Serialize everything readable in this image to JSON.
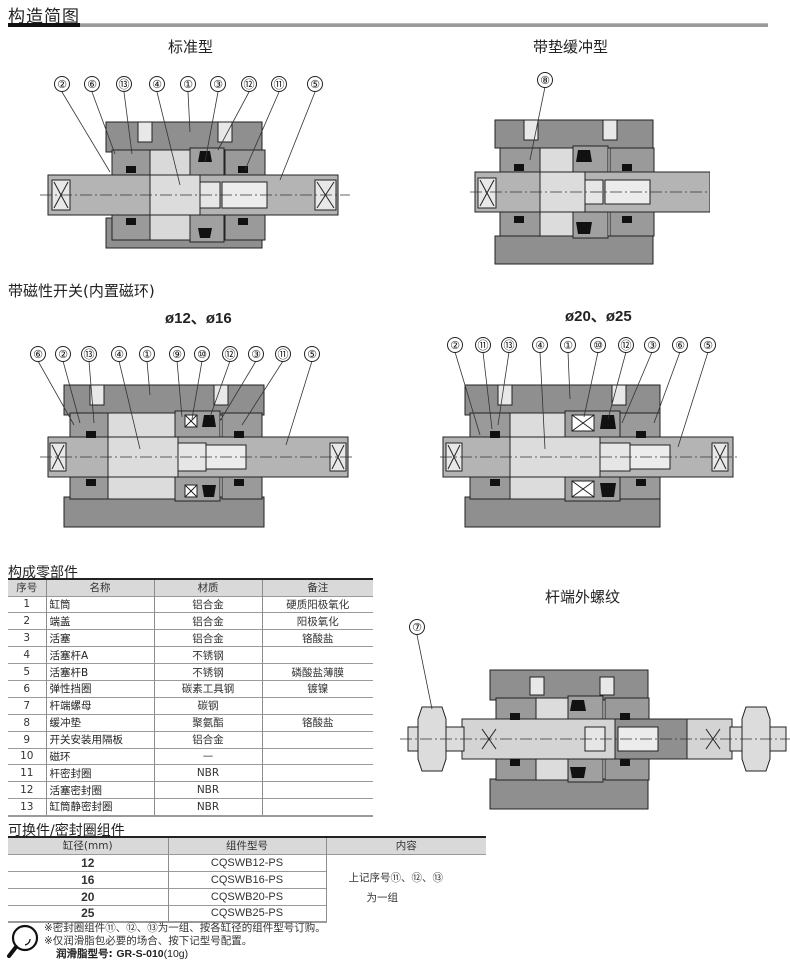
{
  "page": {
    "title": "构造简图"
  },
  "diagrams": {
    "standard": {
      "caption": "标准型",
      "callouts": [
        "②",
        "⑥",
        "⑬",
        "④",
        "①",
        "③",
        "⑫",
        "⑪",
        "⑤"
      ]
    },
    "cushion": {
      "caption": "带垫缓冲型",
      "callouts": [
        "⑧"
      ]
    },
    "magnetic": {
      "section_title": "带磁性开关(内置磁环)",
      "small": {
        "caption": "ø12、ø16",
        "callouts": [
          "⑥",
          "②",
          "⑬",
          "④",
          "①",
          "⑨",
          "⑩",
          "⑫",
          "③",
          "⑪",
          "⑤"
        ]
      },
      "large": {
        "caption": "ø20、ø25",
        "callouts": [
          "②",
          "⑪",
          "⑬",
          "④",
          "①",
          "⑩",
          "⑫",
          "③",
          "⑥",
          "⑤"
        ]
      }
    },
    "male_thread": {
      "caption": "杆端外螺纹",
      "callouts": [
        "⑦"
      ]
    }
  },
  "parts": {
    "title": "构成零部件",
    "headers": [
      "序号",
      "名称",
      "材质",
      "备注"
    ],
    "rows": [
      {
        "no": "1",
        "name": "缸筒",
        "material": "铝合金",
        "note": "硬质阳极氧化"
      },
      {
        "no": "2",
        "name": "端盖",
        "material": "铝合金",
        "note": "阳极氧化"
      },
      {
        "no": "3",
        "name": "活塞",
        "material": "铝合金",
        "note": "铬酸盐"
      },
      {
        "no": "4",
        "name": "活塞杆A",
        "material": "不锈钢",
        "note": ""
      },
      {
        "no": "5",
        "name": "活塞杆B",
        "material": "不锈钢",
        "note": "磷酸盐薄膜"
      },
      {
        "no": "6",
        "name": "弹性挡圈",
        "material": "碳素工具钢",
        "note": "镀镍"
      },
      {
        "no": "7",
        "name": "杆端螺母",
        "material": "碳钢",
        "note": ""
      },
      {
        "no": "8",
        "name": "缓冲垫",
        "material": "聚氨酯",
        "note": "铬酸盐"
      },
      {
        "no": "9",
        "name": "开关安装用隔板",
        "material": "铝合金",
        "note": ""
      },
      {
        "no": "10",
        "name": "磁环",
        "material": "—",
        "note": ""
      },
      {
        "no": "11",
        "name": "杆密封圈",
        "material": "NBR",
        "note": ""
      },
      {
        "no": "12",
        "name": "活塞密封圈",
        "material": "NBR",
        "note": ""
      },
      {
        "no": "13",
        "name": "缸筒静密封圈",
        "material": "NBR",
        "note": ""
      }
    ]
  },
  "seal_kits": {
    "title": "可换件/密封圈组件",
    "headers": [
      "缸径(mm)",
      "组件型号",
      "内容"
    ],
    "rows": [
      {
        "bore": "12",
        "model": "CQSWB12-PS"
      },
      {
        "bore": "16",
        "model": "CQSWB16-PS"
      },
      {
        "bore": "20",
        "model": "CQSWB20-PS"
      },
      {
        "bore": "25",
        "model": "CQSWB25-PS"
      }
    ],
    "content_line1": "上记序号⑪、⑫、⑬",
    "content_line2": "为一组"
  },
  "notes": {
    "icon": "magnifier-icon",
    "line1": "※密封圈组件⑪、⑫、⑬为一组、按各缸径的组件型号订购。",
    "line2": "※仅润滑脂包必要的场合、按下记型号配置。",
    "grease_label": "润滑脂型号: ",
    "grease_model": "GR-S-010",
    "grease_qty": "(10g)"
  }
}
